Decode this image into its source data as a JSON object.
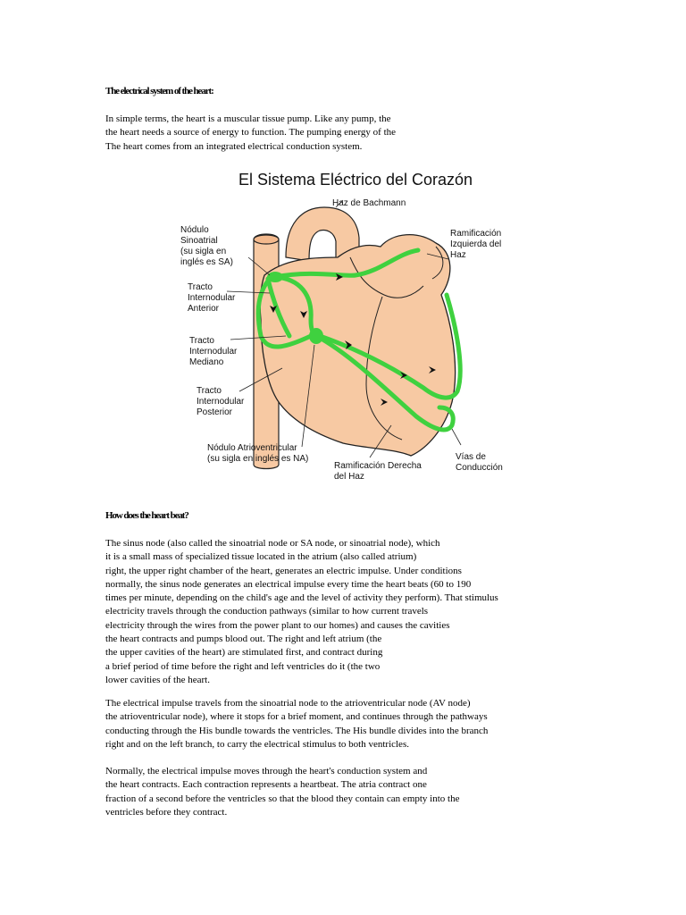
{
  "section1": {
    "heading": "The electrical system of the heart:",
    "lines": [
      "In simple terms, the heart is a muscular tissue pump. Like any pump, the",
      "the heart needs a source of energy to function. The pumping energy of the",
      "The heart comes from an integrated electrical conduction system."
    ]
  },
  "figure": {
    "title": "El Sistema Eléctrico del Corazón",
    "labels": {
      "bachmann": "Haz de Bachmann",
      "sa_node": [
        "Nódulo",
        "Sinoatrial",
        "(su sigla en",
        "inglés es SA)"
      ],
      "left_branch": [
        "Ramificación",
        "Izquierda del",
        "Haz"
      ],
      "anterior": [
        "Tracto",
        "Internodular",
        "Anterior"
      ],
      "middle": [
        "Tracto",
        "Internodular",
        "Mediano"
      ],
      "posterior": [
        "Tracto",
        "Internodular",
        "Posterior"
      ],
      "av_node": [
        "Nódulo Atrioventricular",
        "(su sigla en inglés es NA)"
      ],
      "right_branch": [
        "Ramificación Derecha",
        "del Haz"
      ],
      "pathways": [
        "Vías de",
        "Conducción"
      ]
    },
    "colors": {
      "tissue": "#f7c9a3",
      "conduction": "#3fd13f",
      "outline": "#222222"
    }
  },
  "section2": {
    "heading": "How does the heart beat?",
    "lines": [
      "The sinus node (also called the sinoatrial node or SA node, or sinoatrial node), which",
      "it is a small mass of specialized tissue located in the atrium (also called atrium)",
      "right, the upper right chamber of the heart, generates an electric impulse. Under conditions",
      "normally, the sinus node generates an electrical impulse every time the heart beats (60 to 190",
      "times per minute, depending on the child's age and the level of activity they perform). That stimulus",
      "electricity travels through the conduction pathways (similar to how current travels",
      "electricity through the wires from the power plant to our homes) and causes the cavities",
      "the heart contracts and pumps blood out. The right and left atrium (the",
      "the upper cavities of the heart) are stimulated first, and contract during",
      "a brief period of time before the right and left ventricles do it (the two",
      "lower cavities of the heart."
    ]
  },
  "section3": {
    "lines": [
      "The electrical impulse travels from the sinoatrial node to the atrioventricular node (AV node)",
      "the atrioventricular node), where it stops for a brief moment, and continues through the pathways",
      "conducting through the His bundle towards the ventricles. The His bundle divides into the branch",
      "right and on the left branch, to carry the electrical stimulus to both ventricles."
    ]
  },
  "section4": {
    "lines": [
      "Normally, the electrical impulse moves through the heart's conduction system and",
      "the heart contracts. Each contraction represents a heartbeat. The atria contract one",
      "fraction of a second before the ventricles so that the blood they contain can empty into the",
      "ventricles before they contract."
    ]
  }
}
